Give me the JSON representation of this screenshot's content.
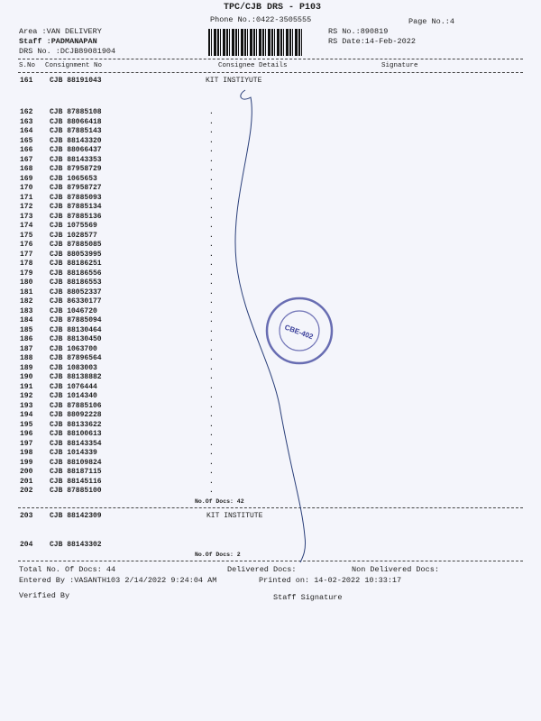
{
  "header": {
    "title": "TPC/CJB  DRS - P103",
    "phone": "Phone No.:0422-3505555",
    "page": "Page No.:4",
    "area": "Area :VAN DELIVERY",
    "staff": "Staff :PADMANAPAN",
    "drs_no": "DRS No. :DCJB89081904",
    "rs_no": "RS No.:890819",
    "rs_date": "RS Date:14-Feb-2022"
  },
  "columns": [
    "S.No",
    "Consignment No",
    "Consignee Details",
    "Signature"
  ],
  "group1": {
    "first": {
      "sno": "161",
      "cn": "CJB 88191043",
      "consignee": "KIT INSTIYUTE"
    },
    "rows": [
      [
        "162",
        "CJB 87885108"
      ],
      [
        "163",
        "CJB 88066418"
      ],
      [
        "164",
        "CJB 87885143"
      ],
      [
        "165",
        "CJB 88143320"
      ],
      [
        "166",
        "CJB 88066437"
      ],
      [
        "167",
        "CJB 88143353"
      ],
      [
        "168",
        "CJB 87958729"
      ],
      [
        "169",
        "CJB 1065653"
      ],
      [
        "170",
        "CJB 87958727"
      ],
      [
        "171",
        "CJB 87885093"
      ],
      [
        "172",
        "CJB 87885134"
      ],
      [
        "173",
        "CJB 87885136"
      ],
      [
        "174",
        "CJB 1075569"
      ],
      [
        "175",
        "CJB 1028577"
      ],
      [
        "176",
        "CJB 87885085"
      ],
      [
        "177",
        "CJB 88053995"
      ],
      [
        "178",
        "CJB 88186251"
      ],
      [
        "179",
        "CJB 88186556"
      ],
      [
        "180",
        "CJB 88186553"
      ],
      [
        "181",
        "CJB 88052337"
      ],
      [
        "182",
        "CJB 86330177"
      ],
      [
        "183",
        "CJB 1046720"
      ],
      [
        "184",
        "CJB 87885094"
      ],
      [
        "185",
        "CJB 88130464"
      ],
      [
        "186",
        "CJB 88130450"
      ],
      [
        "187",
        "CJB 1063700"
      ],
      [
        "188",
        "CJB 87896564"
      ],
      [
        "189",
        "CJB 1083003"
      ],
      [
        "190",
        "CJB 88138882"
      ],
      [
        "191",
        "CJB 1076444"
      ],
      [
        "192",
        "CJB 1014340"
      ],
      [
        "193",
        "CJB 87885106"
      ],
      [
        "194",
        "CJB 88092228"
      ],
      [
        "195",
        "CJB 88133622"
      ],
      [
        "196",
        "CJB 88100613"
      ],
      [
        "197",
        "CJB 88143354"
      ],
      [
        "198",
        "CJB 1014339"
      ],
      [
        "199",
        "CJB 88109824"
      ],
      [
        "200",
        "CJB 88187115"
      ],
      [
        "201",
        "CJB 88145116"
      ],
      [
        "202",
        "CJB 87885100"
      ]
    ],
    "docs": "No.Of Docs: 42"
  },
  "group2": {
    "first": {
      "sno": "203",
      "cn": "CJB 88142309",
      "consignee": "KIT INSTITUTE"
    },
    "last": {
      "sno": "204",
      "cn": "CJB 88143302"
    },
    "docs": "No.Of Docs: 2"
  },
  "footer": {
    "total": "Total No. Of Docs:  44",
    "delivered": "Delivered Docs:",
    "non_delivered": "Non Delivered Docs:",
    "entered": "Entered By :VASANTH103 2/14/2022 9:24:04 AM",
    "printed": "Printed on: 14-02-2022 10:33:17",
    "verified": "Verified By",
    "staff_sig": "Staff Signature"
  },
  "stamp": {
    "code": "CBE-402"
  }
}
